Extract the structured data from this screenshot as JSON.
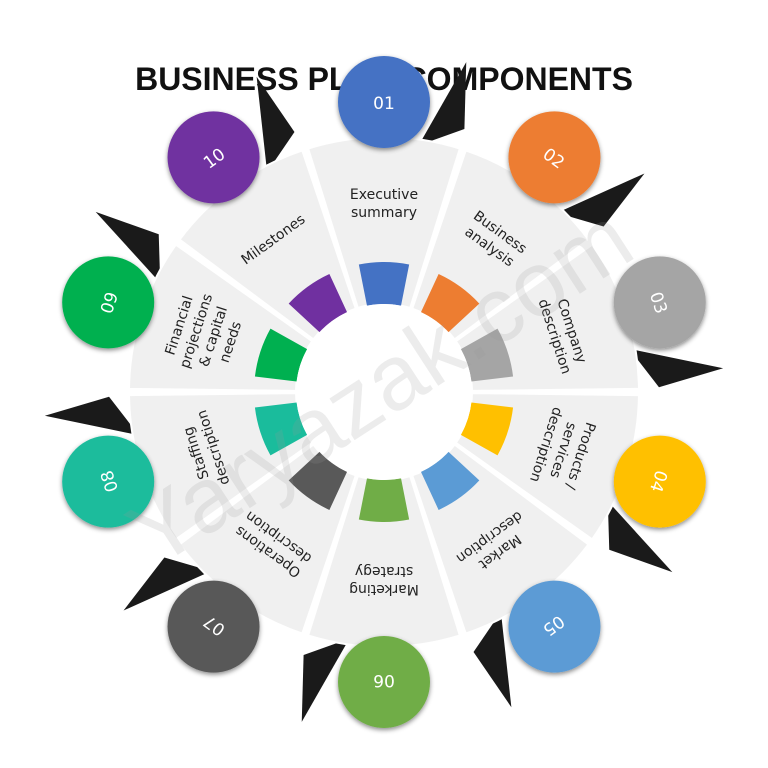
{
  "title": "BUSINESS PLAN COMPONENTS",
  "watermark": "Yaryazak.com",
  "colors": {
    "panel": "#f0f0f0",
    "panel_edge": "#ffffff",
    "shadow": "#1a1a1a",
    "hub": "#ffffff"
  },
  "segments": [
    {
      "number": "01",
      "label_lines": [
        "Executive",
        "summary"
      ],
      "color": "#4472c4"
    },
    {
      "number": "02",
      "label_lines": [
        "Business",
        "analysis"
      ],
      "color": "#ed7d31"
    },
    {
      "number": "03",
      "label_lines": [
        "Company",
        "description"
      ],
      "color": "#a5a5a5"
    },
    {
      "number": "04",
      "label_lines": [
        "Products /",
        "services",
        "description"
      ],
      "color": "#ffc000"
    },
    {
      "number": "05",
      "label_lines": [
        "Market",
        "description"
      ],
      "color": "#5b9bd5"
    },
    {
      "number": "06",
      "label_lines": [
        "Marketing",
        "strategy"
      ],
      "color": "#70ad47"
    },
    {
      "number": "07",
      "label_lines": [
        "Operations",
        "description"
      ],
      "color": "#595959"
    },
    {
      "number": "08",
      "label_lines": [
        "Staffing",
        "description"
      ],
      "color": "#1abc9c"
    },
    {
      "number": "09",
      "label_lines": [
        "Financial",
        "projections",
        "& capital",
        "needs"
      ],
      "color": "#00b050"
    },
    {
      "number": "10",
      "label_lines": [
        "Milestones"
      ],
      "color": "#7030a0"
    }
  ]
}
